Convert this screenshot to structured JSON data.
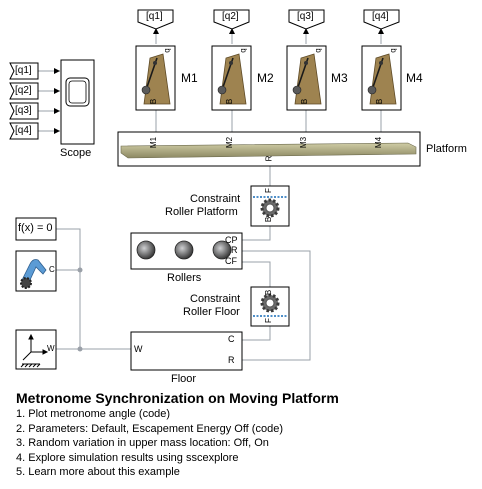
{
  "goto_tags": [
    "[q1]",
    "[q2]",
    "[q3]",
    "[q4]"
  ],
  "from_tags": [
    "[q1]",
    "[q2]",
    "[q3]",
    "[q4]"
  ],
  "metronomes": [
    {
      "label": "M1",
      "port": "M1"
    },
    {
      "label": "M2",
      "port": "M2"
    },
    {
      "label": "M3",
      "port": "M3"
    },
    {
      "label": "M4",
      "port": "M4"
    }
  ],
  "ports": {
    "q": "q",
    "b": "B",
    "f": "F",
    "r": "R",
    "c": "C",
    "w": "W",
    "cp": "CP",
    "cf": "CF"
  },
  "blocks": {
    "scope": "Scope",
    "platform": "Platform",
    "constraint_platform": [
      "Constraint",
      "Roller Platform"
    ],
    "constraint_floor": [
      "Constraint",
      "Roller Floor"
    ],
    "solver": "f(x) = 0",
    "rollers": "Rollers",
    "floor": "Floor"
  },
  "title": "Metronome Synchronization on Moving Platform",
  "steps": [
    "1. Plot metronome angle (code)",
    "2. Parameters: Default, Escapement Energy Off (code)",
    "3. Random variation in upper mass location: Off, On",
    "4. Explore simulation results using sscexplore",
    "5. Learn more about this example"
  ],
  "colors": {
    "wood": "#9e8350",
    "platform": "#b8b48c",
    "line": "#9aa0a8",
    "ground": "#4f8fc8"
  }
}
